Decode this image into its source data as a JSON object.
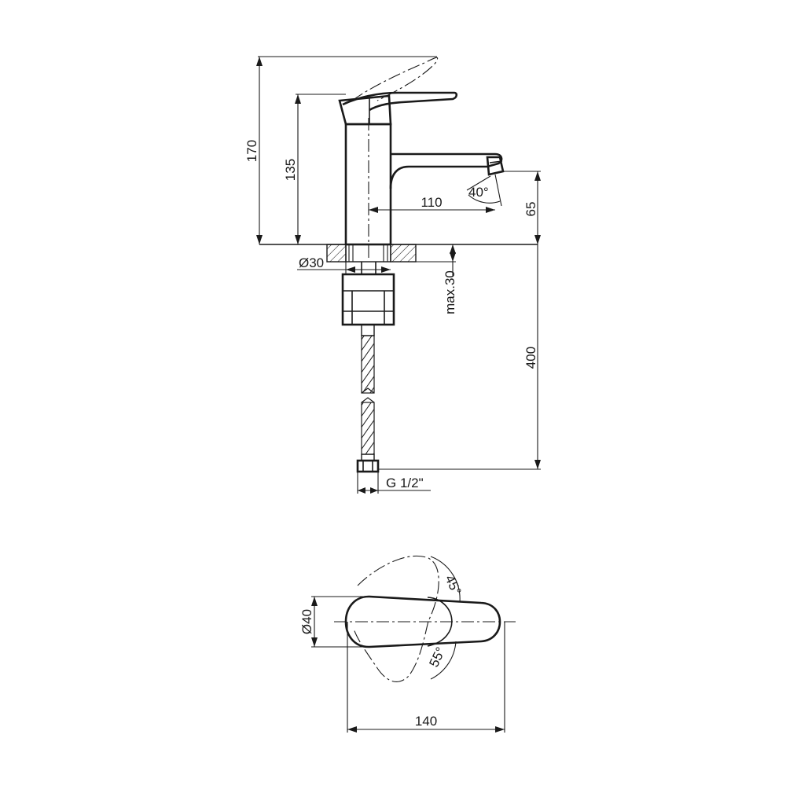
{
  "dimensions": {
    "height_total": "170",
    "height_spout": "135",
    "spout_reach": "110",
    "spout_clearance": "65",
    "aerator_angle": "40°",
    "shank_diameter": "Ø30",
    "max_deck_thickness": "max.30",
    "hose_length": "400",
    "hose_thread": "G 1/2\"",
    "body_diameter": "Ø40",
    "overall_length": "140",
    "lever_angle_left": "45°",
    "lever_angle_right": "55°"
  },
  "colors": {
    "line": "#1a1a1a",
    "background": "#ffffff"
  }
}
